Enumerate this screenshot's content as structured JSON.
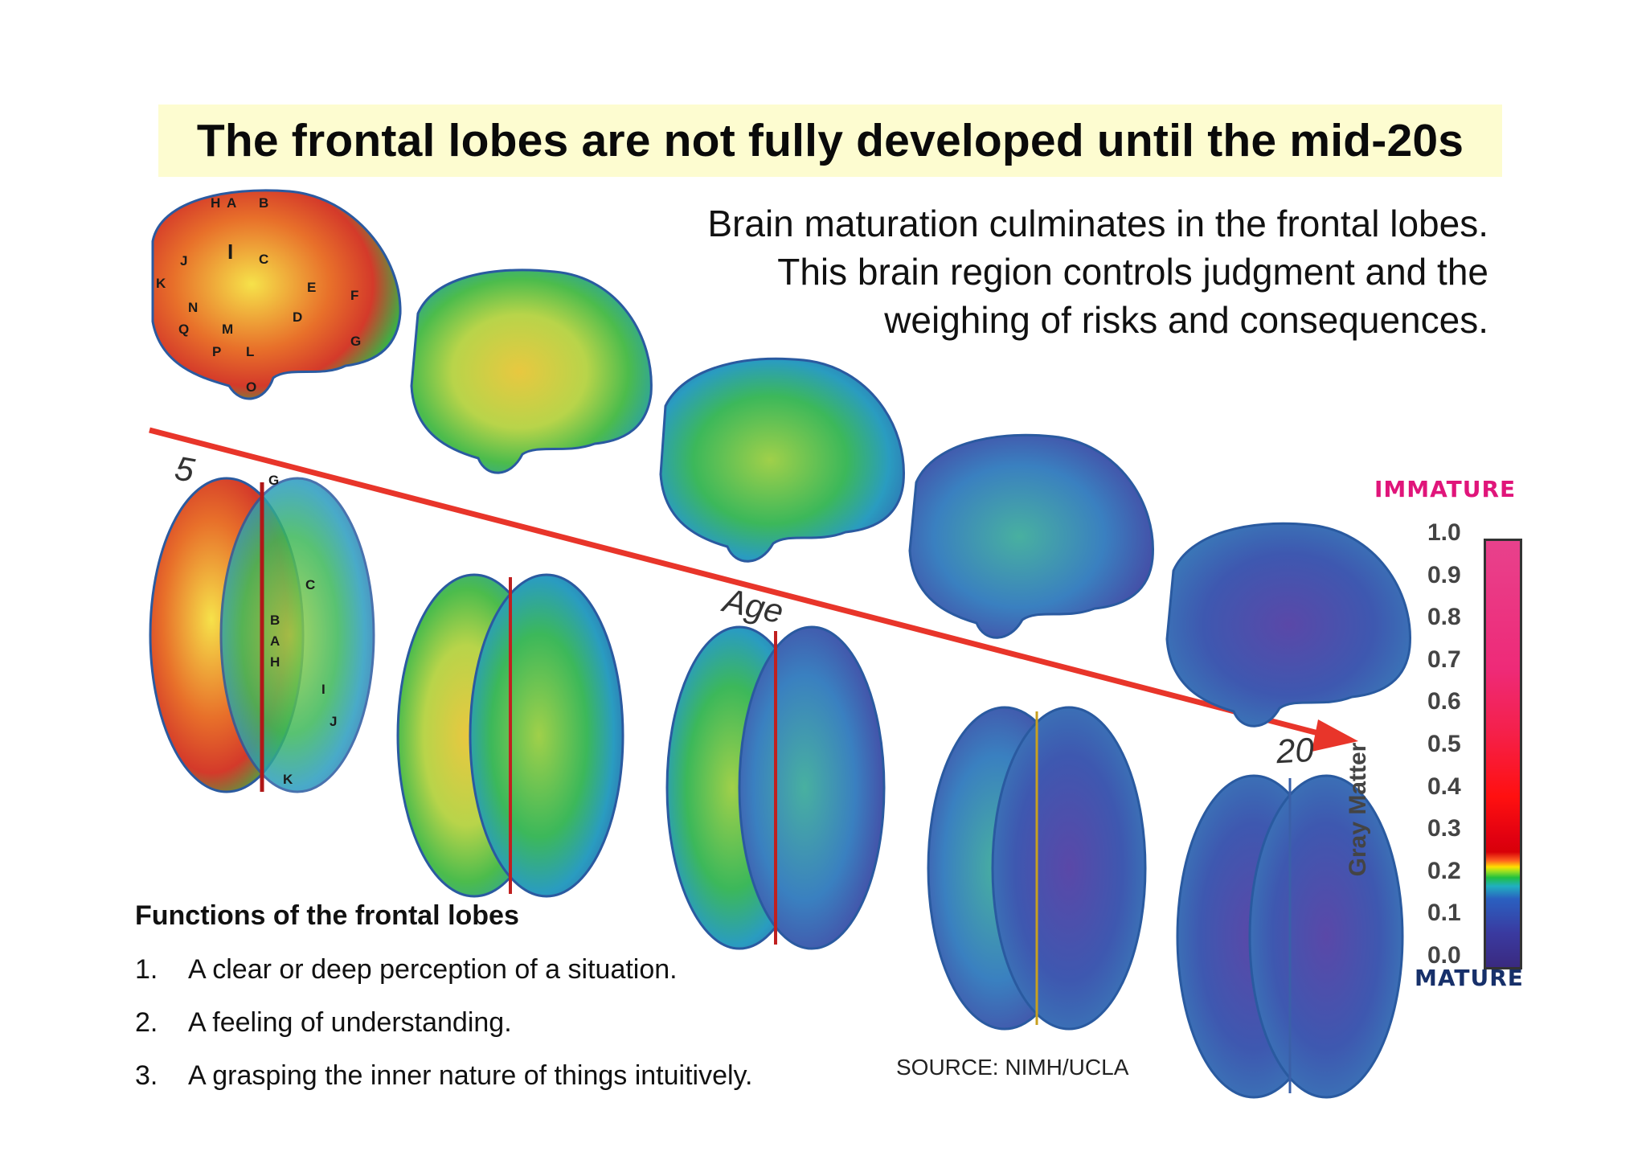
{
  "title": "The frontal lobes are not fully developed until the mid-20s",
  "subtitle": [
    "Brain maturation culminates in the frontal lobes.",
    "This brain region controls judgment and the",
    "weighing of risks and consequences."
  ],
  "age_axis": {
    "start": "5",
    "label": "Age",
    "end": "20"
  },
  "lateral_letters": [
    "H",
    "A",
    "B",
    "I",
    "C",
    "J",
    "K",
    "E",
    "F",
    "N",
    "D",
    "Q",
    "M",
    "G",
    "P",
    "L",
    "O"
  ],
  "top_letters": [
    "G",
    "C",
    "B",
    "A",
    "H",
    "I",
    "J",
    "K"
  ],
  "functions": {
    "heading": "Functions of the frontal lobes",
    "items": [
      {
        "num": "1.",
        "text": "A clear or deep perception of a situation."
      },
      {
        "num": "2.",
        "text": "A feeling of understanding."
      },
      {
        "num": "3.",
        "text": "A grasping the inner nature of things intuitively."
      }
    ]
  },
  "source": "SOURCE: NIMH/UCLA",
  "legend": {
    "top": "IMMATURE",
    "bottom": "MATURE",
    "axis": "Gray Matter",
    "ticks": [
      "1.0",
      "0.9",
      "0.8",
      "0.7",
      "0.6",
      "0.5",
      "0.4",
      "0.3",
      "0.2",
      "0.1",
      "0.0"
    ]
  },
  "colors": {
    "arrow": "#e8352a",
    "title_band": "#fdfcd0",
    "immature": "#e0157a",
    "mature": "#17306a"
  }
}
